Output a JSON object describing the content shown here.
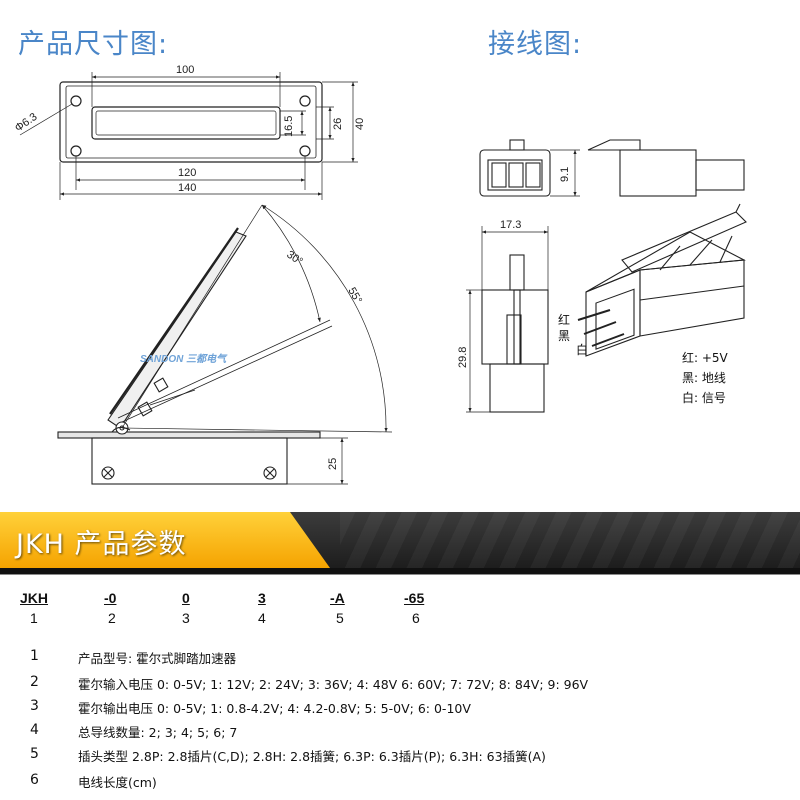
{
  "headings": {
    "dimensions": "产品尺寸图:",
    "wiring": "接线图:"
  },
  "dimension_labels": {
    "width_100": "100",
    "hole_diameter": "Φ6.3",
    "height_16_5": "16.5",
    "height_26": "26",
    "height_40": "40",
    "width_120": "120",
    "width_140": "140",
    "angle_30": "30°",
    "angle_55": "55°",
    "base_25": "25",
    "connector_9_1": "9.1",
    "connector_17_3": "17.3",
    "connector_29_8": "29.8"
  },
  "watermark": "SANDON 三都电气",
  "wire_colors_on_plug": {
    "red": "红",
    "black": "黑",
    "white": "白"
  },
  "wire_legend": [
    "红: +5V",
    "黑: 地线",
    "白: 信号"
  ],
  "banner": {
    "title": "JKH  产品参数",
    "accent_color": "#f5a300"
  },
  "code_parts": [
    {
      "code": "JKH",
      "index": "1"
    },
    {
      "code": "-0",
      "index": "2"
    },
    {
      "code": "0",
      "index": "3"
    },
    {
      "code": "3",
      "index": "4"
    },
    {
      "code": "-A",
      "index": "5"
    },
    {
      "code": "-65",
      "index": "6"
    }
  ],
  "specs": [
    {
      "num": "1",
      "text": "产品型号: 霍尔式脚踏加速器"
    },
    {
      "num": "2",
      "text": "霍尔输入电压 0: 0-5V; 1: 12V; 2: 24V; 3: 36V; 4: 48V 6: 60V; 7: 72V; 8: 84V; 9: 96V"
    },
    {
      "num": "3",
      "text": "霍尔输出电压 0: 0-5V; 1: 0.8-4.2V; 4: 4.2-0.8V; 5: 5-0V; 6: 0-10V"
    },
    {
      "num": "4",
      "text": "总导线数量: 2; 3; 4; 5; 6; 7"
    },
    {
      "num": "5",
      "text": "插头类型 2.8P: 2.8插片(C,D); 2.8H: 2.8插簧; 6.3P: 6.3插片(P); 6.3H: 63插簧(A)"
    },
    {
      "num": "6",
      "text": "电线长度(cm)"
    }
  ]
}
